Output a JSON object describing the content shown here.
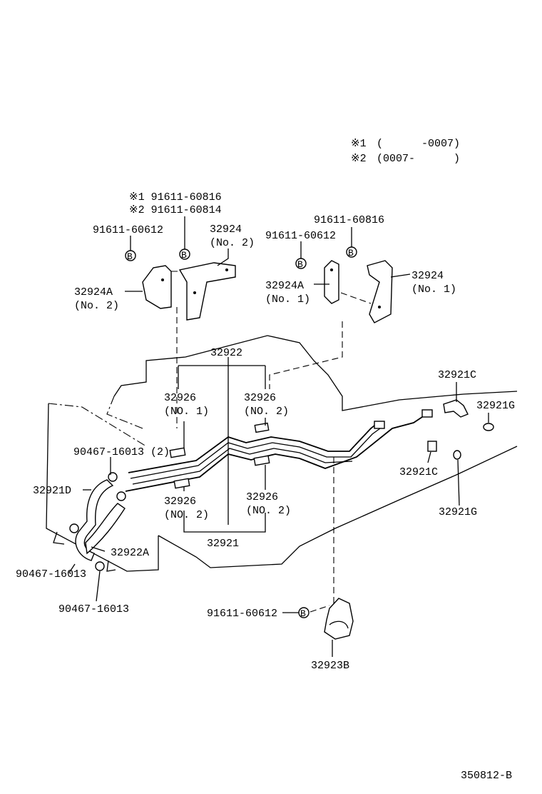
{
  "legend": {
    "row1": {
      "mark": "※1",
      "range": "(      -0007)"
    },
    "row2": {
      "mark": "※2",
      "range": "(0007-      )"
    }
  },
  "callouts": {
    "bolt_note1": "※1 91611-60816",
    "bolt_note2": "※2 91611-60814",
    "bolt_left": "91611-60612",
    "bracket_32924_no2": "32924",
    "bracket_32924_no2_sub": "(No. 2)",
    "bracket_32924a_no2": "32924A",
    "bracket_32924a_no2_sub": "(No. 2)",
    "bolt_mid_a": "91611-60816",
    "bolt_mid_b": "91611-60612",
    "bracket_32924a_no1": "32924A",
    "bracket_32924a_no1_sub": "(No. 1)",
    "bracket_32924_no1": "32924",
    "bracket_32924_no1_sub": "(No. 1)",
    "pipe_32922": "32922",
    "cushion_tl": "32926",
    "cushion_tl_sub": "(NO. 1)",
    "cushion_tr": "32926",
    "cushion_tr_sub": "(NO. 2)",
    "cushion_bl": "32926",
    "cushion_bl_sub": "(NO. 2)",
    "cushion_br": "32926",
    "cushion_br_sub": "(NO. 2)",
    "pipe_32921": "32921",
    "clip_upper": "90467-16013 (2)",
    "hose_32921d": "32921D",
    "hose_32922a": "32922A",
    "clip_lower_a": "90467-16013",
    "clip_lower_b": "90467-16013",
    "union_32921c_top": "32921C",
    "gasket_32921g_top": "32921G",
    "union_32921c_mid": "32921C",
    "gasket_32921g_bot": "32921G",
    "bolt_bottom": "91611-60612",
    "clamp_32923b": "32923B",
    "bolt_symbol": "B"
  },
  "diagram_id": "350812-B"
}
